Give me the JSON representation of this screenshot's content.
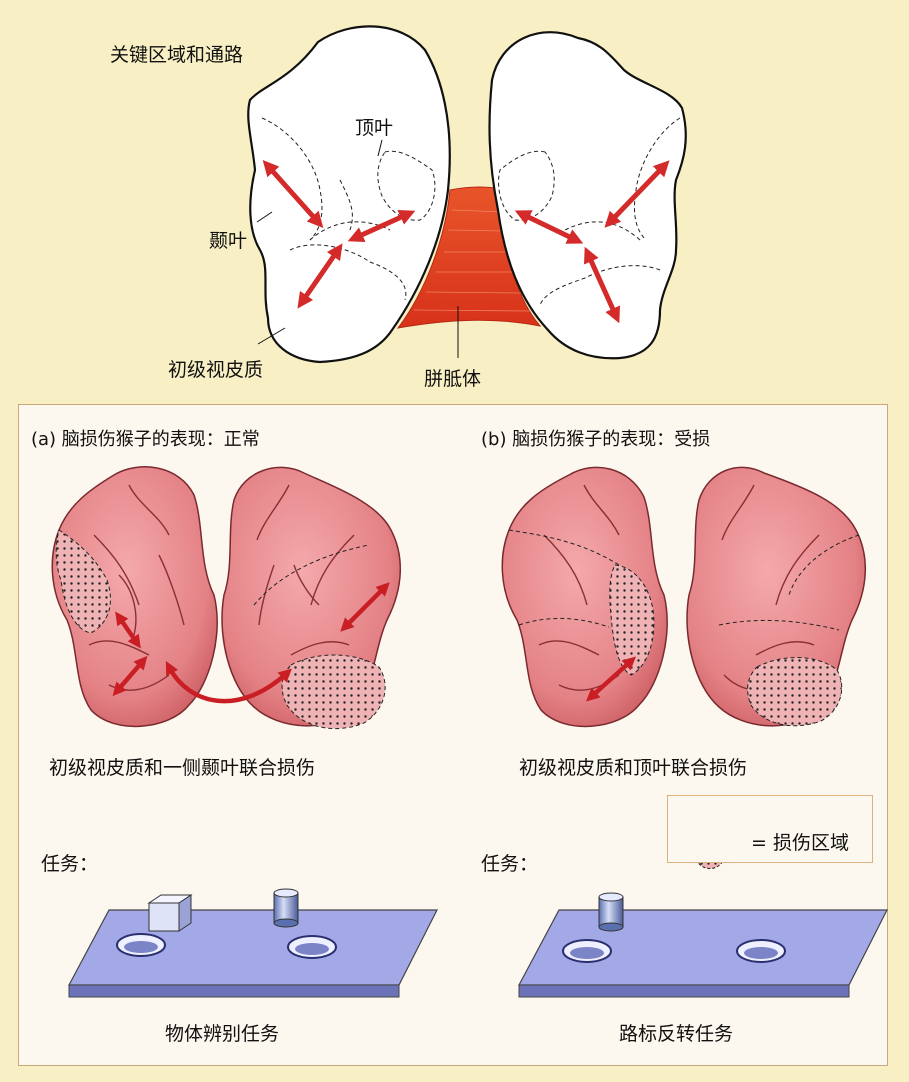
{
  "top": {
    "title": "关键区域和通路",
    "parietal": "顶叶",
    "temporal": "颞叶",
    "visual_cortex": "初级视皮质",
    "corpus_callosum": "胼胝体"
  },
  "panel_a": {
    "heading": "(a) 脑损伤猴子的表现：正常",
    "lesion_caption": "初级视皮质和一侧颞叶联合损伤",
    "task_label": "任务：",
    "task_name": "物体辨别任务"
  },
  "panel_b": {
    "heading": "(b) 脑损伤猴子的表现：受损",
    "lesion_caption": "初级视皮质和顶叶联合损伤",
    "task_label": "任务：",
    "task_name": "路标反转任务"
  },
  "legend": {
    "text": "= 损伤区域"
  },
  "colors": {
    "background": "#f8f0c4",
    "panel": "#fdf8ef",
    "brain_pink": "#e8888c",
    "arrow_red": "#d42a2a",
    "corpus_red": "#e0421f",
    "board_blue": "#a3a8e6"
  }
}
